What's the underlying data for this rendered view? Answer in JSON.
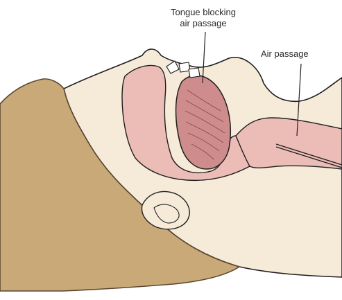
{
  "labels": {
    "tongue_line1": "Tongue blocking",
    "tongue_line2": "air passage",
    "air_passage": "Air passage"
  },
  "colors": {
    "hair": "#c9a978",
    "skin": "#f6ead8",
    "tissue": "#ecbcb6",
    "tissue_dark": "#c97f7b",
    "tongue": "#cf8c8c",
    "outline": "#1f1f1f"
  }
}
